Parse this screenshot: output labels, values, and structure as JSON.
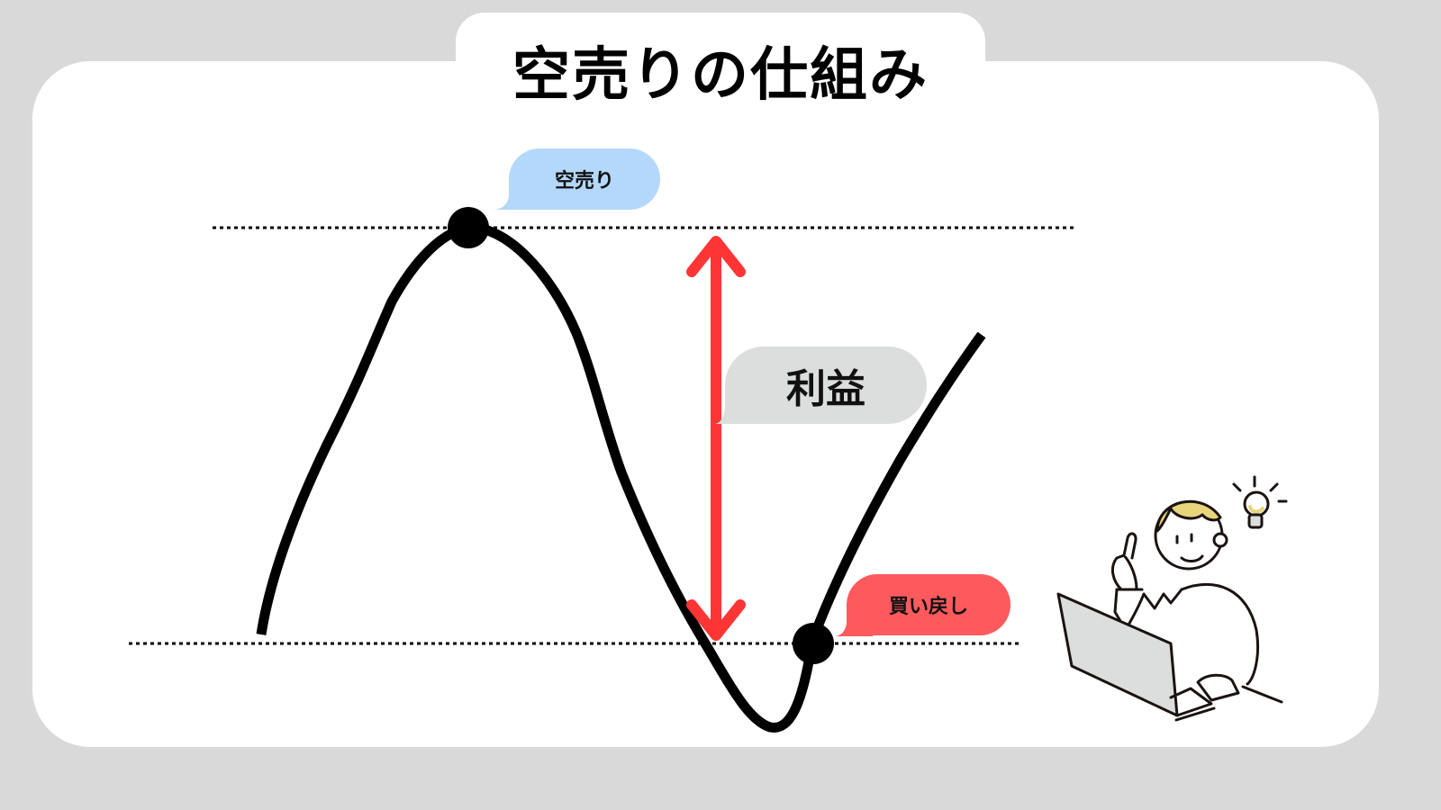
{
  "title": "空売りの仕組み",
  "labels": {
    "short_sell": "空売り",
    "profit": "利益",
    "buy_back": "買い戻し"
  },
  "colors": {
    "background": "#d9d9d9",
    "card": "#ffffff",
    "short_sell_bubble": "#b3d8fb",
    "profit_bubble": "#dcdddd",
    "buy_back_bubble": "#fe5a5d",
    "profit_arrow": "#ff3435",
    "price_line": "#000000",
    "hair": "#e8d47a"
  },
  "diagram": {
    "price_curve": "price path rising to peak, falling to trough, rising again",
    "short_sell_point": "peak",
    "buy_back_point": "after trough, on lower dotted line",
    "reference_lines": [
      "upper dotted line at short-sell price",
      "lower dotted line at buy-back price"
    ]
  },
  "illustration": {
    "description": "person at laptop pointing upward with lightbulb idea icon",
    "icons": [
      "person-icon",
      "laptop-icon",
      "lightbulb-icon"
    ]
  }
}
